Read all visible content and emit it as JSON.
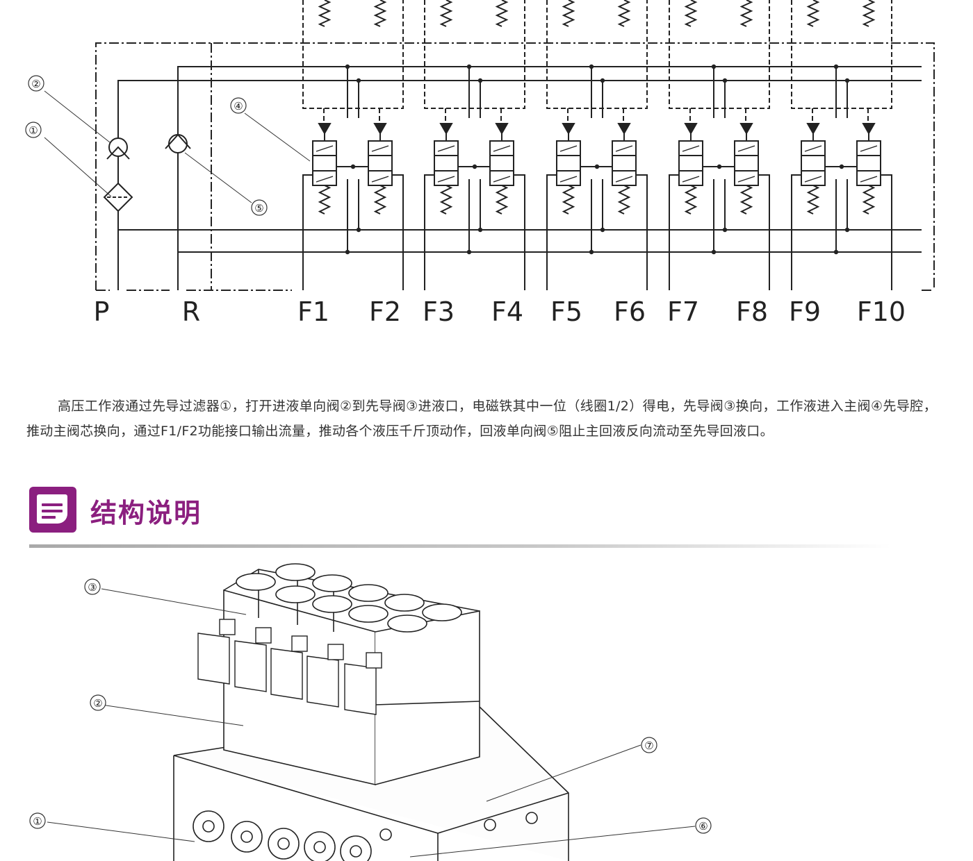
{
  "schematic": {
    "port_labels": [
      "P",
      "R",
      "F1",
      "F2",
      "F3",
      "F4",
      "F5",
      "F6",
      "F7",
      "F8",
      "F9",
      "F10"
    ],
    "callouts": [
      "②",
      "①",
      "④",
      "⑤"
    ]
  },
  "description": "高压工作液通过先导过滤器①，打开进液单向阀②到先导阀③进液口，电磁铁其中一位（线圈1/2）得电，先导阀③换向，工作液进入主阀④先导腔，推动主阀芯换向，通过F1/F2功能接口输出流量，推动各个液压千斤顶动作，回液单向阀⑤阻止主回液反向流动至先导回液口。",
  "section": {
    "title": "结构说明",
    "accent_color": "#8b1f7f",
    "icon": "document-list-icon"
  },
  "assembly": {
    "callouts": [
      "③",
      "②",
      "①",
      "⑦",
      "⑥"
    ]
  }
}
